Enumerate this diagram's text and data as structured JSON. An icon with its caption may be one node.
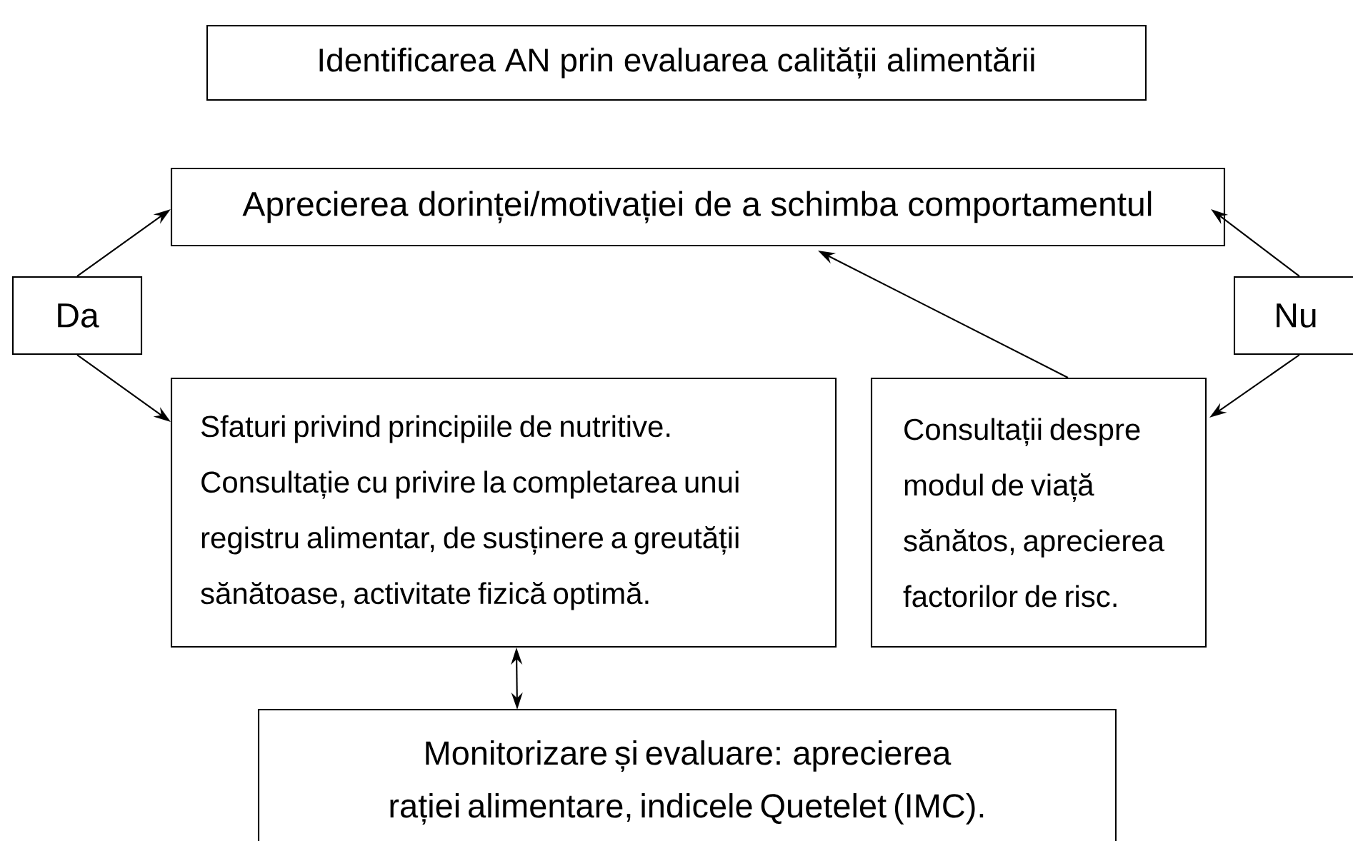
{
  "diagram": {
    "nodes": [
      {
        "text": [
          "Identificarea AN prin evaluarea calității alimentării"
        ]
      },
      {
        "text": [
          "Aprecierea dorinței/motivației de a schimba comportamentul"
        ]
      },
      {
        "text": [
          "Da"
        ]
      },
      {
        "text": [
          "Nu"
        ]
      },
      {
        "text": [
          "Sfaturi privind principiile de nutritive.",
          "Consultație cu privire la completarea unui registru alimentar, de susținere a greutății sănătoase, activitate fizică optimă."
        ]
      },
      {
        "text": [
          "Consultații despre modul de viață sănătos, aprecierea factorilor de risc."
        ]
      },
      {
        "text": [
          "Monitorizare și evaluare: aprecierea rației alimentare, indicele Quetelet (IMC)."
        ]
      }
    ],
    "edges": [
      {
        "from": 2,
        "to": 1,
        "arrow": "to"
      },
      {
        "from": 2,
        "to": 4,
        "arrow": "to"
      },
      {
        "from": 3,
        "to": 1,
        "arrow": "to"
      },
      {
        "from": 3,
        "to": 5,
        "arrow": "to"
      },
      {
        "from": 5,
        "to": 1,
        "arrow": "to"
      },
      {
        "from": 4,
        "to": 6,
        "arrow": "both"
      }
    ]
  }
}
